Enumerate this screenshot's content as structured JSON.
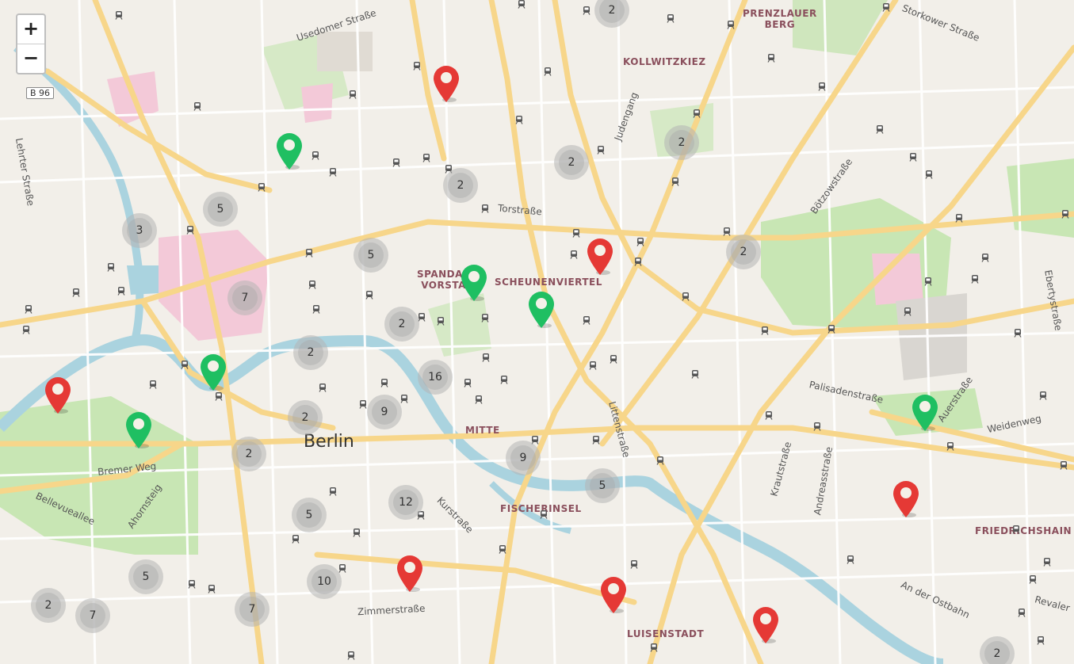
{
  "zoom": {
    "in_label": "+",
    "out_label": "−"
  },
  "colors": {
    "land": "#f2efe9",
    "park": "#c8e6b4",
    "water": "#aad3df",
    "major_road": "#f7d68a",
    "minor_road": "#ffffff",
    "campus": "#f3c9d8",
    "pin_red": "#e53935",
    "pin_green": "#1fbf62",
    "cluster": "#b4b4b4"
  },
  "map": {
    "city_label": "Berlin",
    "road_shield": "B 96",
    "districts": [
      {
        "id": "prenzlauer",
        "text": "PRENZLAUER\nBERG"
      },
      {
        "id": "kollwitz",
        "text": "KOLLWITZKIEZ"
      },
      {
        "id": "spandauer",
        "text": "SPANDAUER\nVORSTADT"
      },
      {
        "id": "scheunen",
        "text": "SCHEUNENVIERTEL"
      },
      {
        "id": "mitte",
        "text": "MITTE"
      },
      {
        "id": "fischerinsel",
        "text": "FISCHERINSEL"
      },
      {
        "id": "friedrichshain",
        "text": "FRIEDRICHSHAIN"
      },
      {
        "id": "luisenstadt",
        "text": "LUISENSTADT"
      }
    ],
    "streets": [
      "Usedomer Straße",
      "Storkower Straße",
      "Judengang",
      "Torstraße",
      "Bötzowstraße",
      "Ebertystraße",
      "Palisadenstraße",
      "Auerstraße",
      "Weidenweg",
      "Litten­straße",
      "Krautstraße",
      "Andreasstraße",
      "Bremer Weg",
      "Bellevueallee",
      "Ahornsteig",
      "Kurstraße",
      "Zimmerstraße",
      "An der Ostbahn",
      "Revaler",
      "Lehrter Straße"
    ],
    "clusters": [
      "2",
      "2",
      "2",
      "2",
      "3",
      "5",
      "5",
      "7",
      "2",
      "2",
      "2",
      "16",
      "9",
      "2",
      "2",
      "9",
      "5",
      "12",
      "5",
      "5",
      "10",
      "2",
      "7",
      "7",
      "2"
    ],
    "pins": [
      {
        "color": "red"
      },
      {
        "color": "green"
      },
      {
        "color": "red"
      },
      {
        "color": "green"
      },
      {
        "color": "green"
      },
      {
        "color": "green"
      },
      {
        "color": "red"
      },
      {
        "color": "green"
      },
      {
        "color": "green"
      },
      {
        "color": "red"
      },
      {
        "color": "red"
      },
      {
        "color": "red"
      },
      {
        "color": "red"
      }
    ]
  }
}
